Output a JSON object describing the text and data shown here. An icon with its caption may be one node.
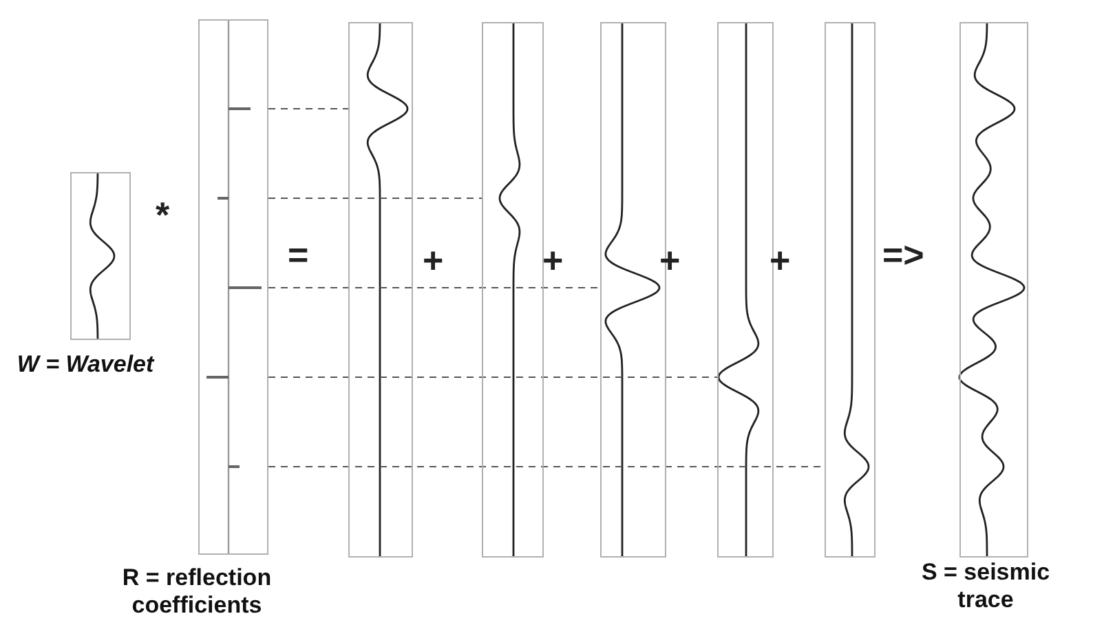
{
  "diagram": {
    "nodes": [
      {
        "text": [],
        "shape": "box",
        "beside": [
          "W = Wavelet"
        ]
      },
      {
        "text": [],
        "shape": "box",
        "beside": [
          "R = reflection coefficients"
        ]
      },
      {
        "text": [],
        "shape": "box"
      },
      {
        "text": [],
        "shape": "box"
      },
      {
        "text": [],
        "shape": "box"
      },
      {
        "text": [],
        "shape": "box"
      },
      {
        "text": [],
        "shape": "box"
      },
      {
        "text": [],
        "shape": "box",
        "beside": [
          "S = seismic trace"
        ]
      }
    ],
    "edges": [
      {
        "from": 1,
        "to": 2,
        "arrow": "none",
        "style": "dashed"
      },
      {
        "from": 1,
        "to": 3,
        "arrow": "none",
        "style": "dashed"
      },
      {
        "from": 1,
        "to": 4,
        "arrow": "none",
        "style": "dashed"
      },
      {
        "from": 1,
        "to": 5,
        "arrow": "none",
        "style": "dashed"
      },
      {
        "from": 1,
        "to": 6,
        "arrow": "none",
        "style": "dashed"
      }
    ],
    "labels": [
      "*",
      "=",
      "+",
      "+",
      "+",
      "+",
      "=>"
    ]
  }
}
